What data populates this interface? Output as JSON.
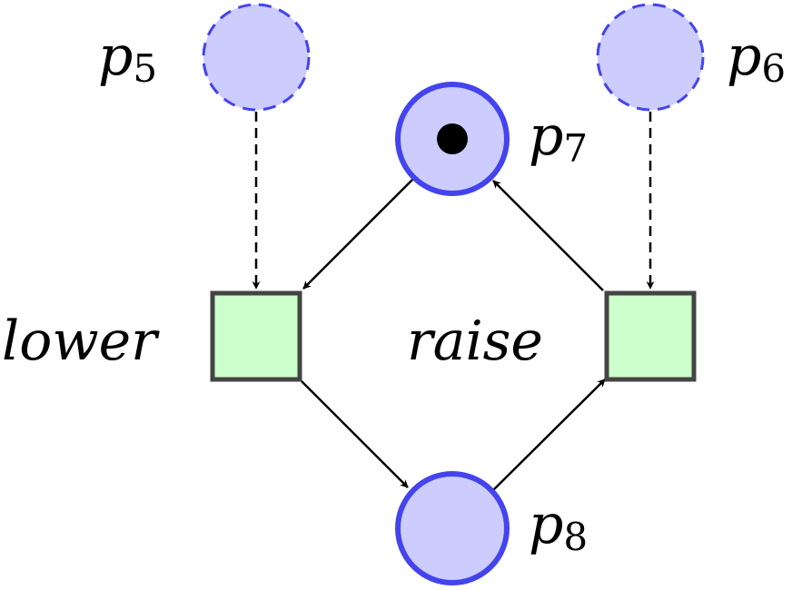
{
  "places": {
    "p5": {
      "label": "p",
      "sub": "5"
    },
    "p6": {
      "label": "p",
      "sub": "6"
    },
    "p7": {
      "label": "p",
      "sub": "7"
    },
    "p8": {
      "label": "p",
      "sub": "8"
    }
  },
  "transitions": {
    "lower": {
      "label": "lower"
    },
    "raise": {
      "label": "raise"
    }
  },
  "colors": {
    "place_fill": "#ccccff",
    "place_stroke": "#4444ee",
    "transition_fill": "#ccffcc",
    "transition_stroke": "#444444",
    "arc": "#000000"
  }
}
